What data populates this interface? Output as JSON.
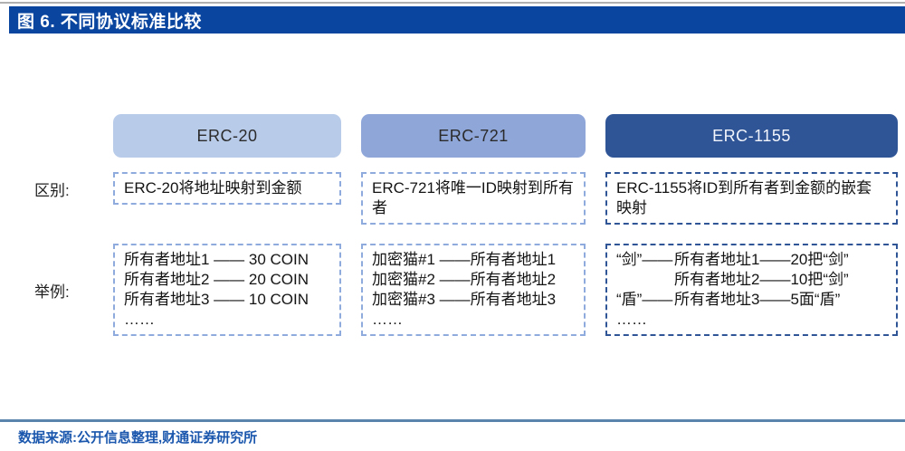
{
  "figure": {
    "title": "图 6. 不同协议标准比较",
    "source": "数据来源:公开信息整理,财通证券研究所"
  },
  "rows": {
    "difference_label": "区别:",
    "example_label": "举例:"
  },
  "columns": [
    {
      "header": "ERC-20",
      "difference": "ERC-20将地址映射到金额",
      "example_lines": [
        "所有者地址1 —— 30 COIN",
        "所有者地址2 —— 20 COIN",
        "所有者地址3 —— 10 COIN",
        "……"
      ]
    },
    {
      "header": "ERC-721",
      "difference": "ERC-721将唯一ID映射到所有者",
      "example_lines": [
        "加密猫#1 ——所有者地址1",
        "加密猫#2 ——所有者地址2",
        "加密猫#3 ——所有者地址3",
        "……"
      ]
    },
    {
      "header": "ERC-1155",
      "difference": "ERC-1155将ID到所有者到金额的嵌套映射",
      "example_rows": [
        {
          "prefix": "“剑”——",
          "content": "所有者地址1——20把“剑”"
        },
        {
          "prefix": "",
          "content": "所有者地址2——10把“剑”"
        },
        {
          "prefix": "“盾”——",
          "content": "所有者地址3——5面“盾”"
        }
      ],
      "example_more": "……"
    }
  ],
  "colors": {
    "title_bar_bg": "#0a45a0",
    "erc20_pill_bg": "#b8cbe9",
    "erc721_pill_bg": "#8fa6d9",
    "erc1155_pill_bg": "#2f5597",
    "light_dashed_border": "#8faadc",
    "dark_dashed_border": "#2f5597",
    "footer_rule": "#5b84ad",
    "source_text": "#1a57ad",
    "top_rule": "#b0b0b0"
  }
}
